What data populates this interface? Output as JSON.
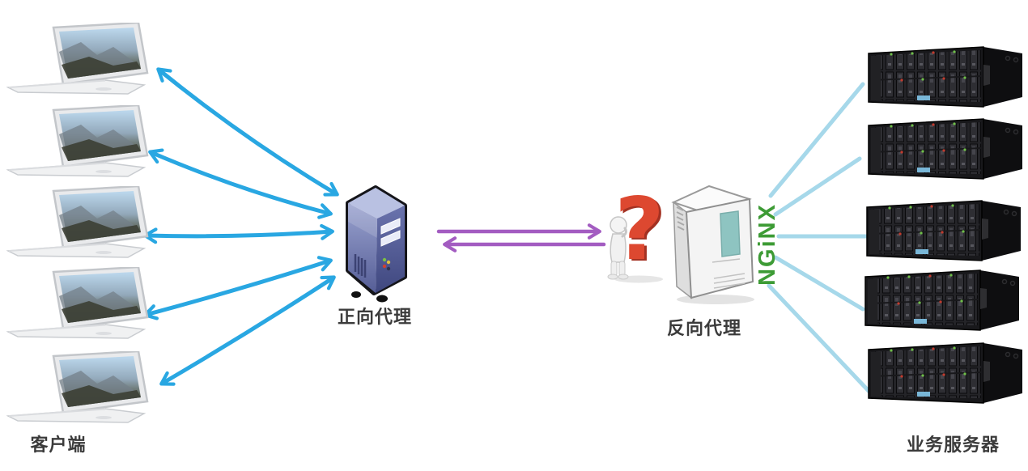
{
  "diagram": {
    "title": "nginx forward / reverse proxy diagram",
    "clients": {
      "label": "客户端",
      "count": 5
    },
    "forward_proxy": {
      "label": "正向代理"
    },
    "link_clients_proxy": {
      "style": "bidirectional-arrows",
      "count": 5
    },
    "link_proxies": {
      "style": "request-response-double-arrow"
    },
    "reverse_proxy": {
      "label": "反向代理",
      "logo_text": "NGiNX",
      "question_mark": "?"
    },
    "link_proxy_servers": {
      "style": "plain-fan-lines",
      "count": 5
    },
    "servers": {
      "label": "业务服务器",
      "count": 5
    }
  },
  "icons": {
    "client": "laptop-icon",
    "forward_proxy": "server-tower-icon",
    "reverse_proxy": "nginx-tower-icon",
    "question": "question-figure-icon",
    "server": "rack-server-icon"
  },
  "colors": {
    "client_arrow": "#29a7e2",
    "proxy_link": "#a35cc1",
    "server_link": "#a6d8ea",
    "nginx_green": "#3d9b35",
    "question_red": "#dd4830",
    "label_text": "#3b3b3b"
  }
}
